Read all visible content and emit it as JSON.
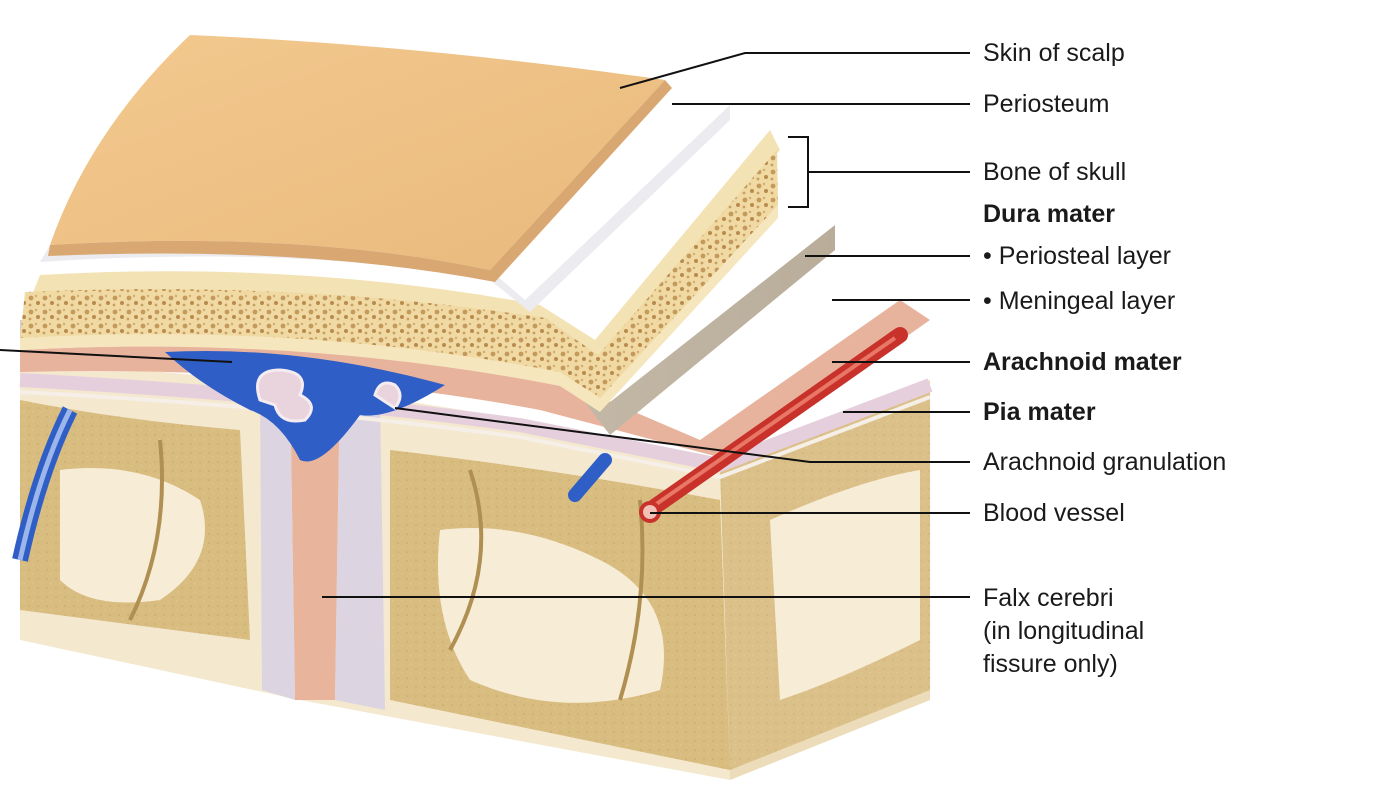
{
  "labels": {
    "skin_of_scalp": "Skin of scalp",
    "periosteum": "Periosteum",
    "bone_of_skull": "Bone of skull",
    "dura_mater": "Dura mater",
    "periosteal_layer": "• Periosteal layer",
    "meningeal_layer": "• Meningeal layer",
    "arachnoid_mater": "Arachnoid mater",
    "pia_mater": "Pia mater",
    "arachnoid_granulation": "Arachnoid granulation",
    "blood_vessel": "Blood vessel",
    "falx_cerebri": "Falx cerebri\n(in longitudinal\nfissure only)"
  },
  "colors": {
    "scalp": "#efc28c",
    "periosteum": "#ebe9ee",
    "bone": "#f4e3b6",
    "spongy_bone": "#c9a46a",
    "dura": "#cbbfae",
    "meningeal": "#e9b39c",
    "arachnoid": "#e4cdd8",
    "blood_vein": "#2f5fc6",
    "blood_artery": "#c8322a",
    "gray_matter": "#d9b978",
    "white_matter": "#f6ead2",
    "leader_line": "#111111"
  }
}
